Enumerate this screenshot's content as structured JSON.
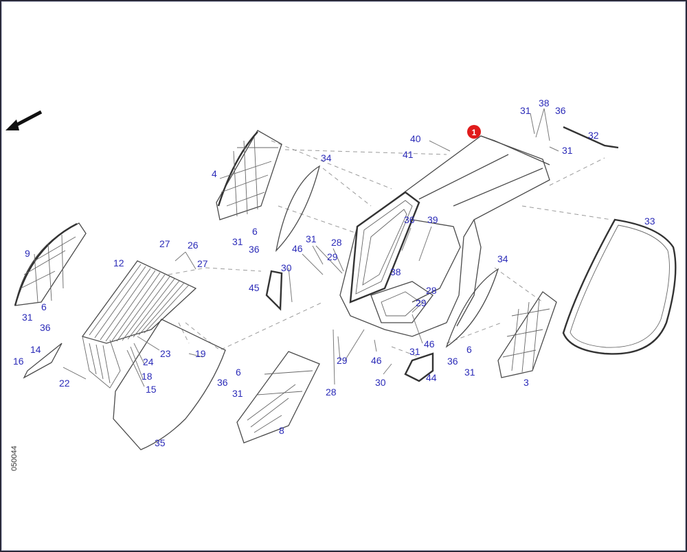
{
  "diagram_code": "050044",
  "highlight": {
    "label": "1",
    "color": "#e01b1b"
  },
  "label_color": "#2b2bb8",
  "labels": [
    "1",
    "3",
    "4",
    "6",
    "6",
    "6",
    "6",
    "8",
    "9",
    "12",
    "14",
    "15",
    "16",
    "18",
    "19",
    "22",
    "23",
    "24",
    "26",
    "27",
    "27",
    "28",
    "28",
    "28",
    "29",
    "29",
    "29",
    "30",
    "30",
    "31",
    "31",
    "31",
    "31",
    "31",
    "31",
    "31",
    "31",
    "32",
    "33",
    "34",
    "34",
    "35",
    "36",
    "36",
    "36",
    "36",
    "36",
    "36",
    "38",
    "38",
    "39",
    "40",
    "41",
    "44",
    "45",
    "46",
    "46",
    "46"
  ]
}
